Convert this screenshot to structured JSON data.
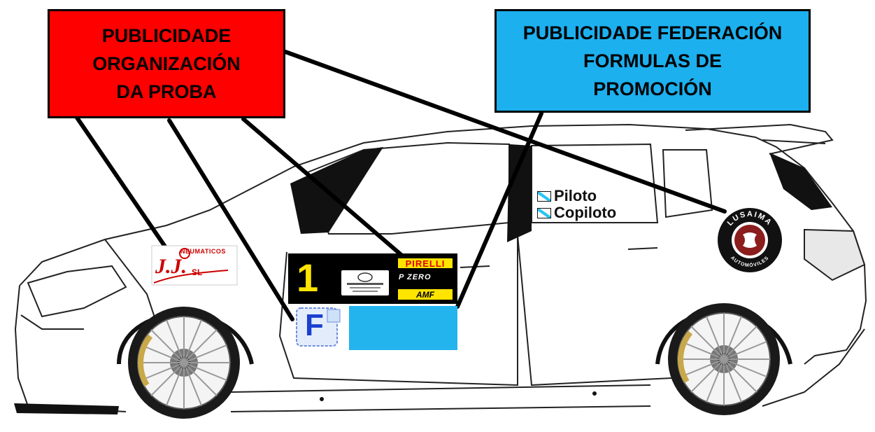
{
  "labels": {
    "organizacion": [
      "PUBLICIDADE",
      "ORGANIZACIÓN",
      "DA PROBA"
    ],
    "federacion": [
      "PUBLICIDADE FEDERACIÓN",
      "FORMULAS DE",
      "PROMOCIÓN"
    ]
  },
  "colors": {
    "organizacion_box": "#ff0000",
    "federacion_box": "#1cb0ef",
    "blue_slot": "#23b4ee",
    "sponsor_yellow": "#ffe400"
  },
  "crew": {
    "piloto": "Piloto",
    "copiloto": "Copiloto"
  },
  "stickers": {
    "neumaticos_text": "NEUMATICOS",
    "neumaticos_logo": "J.J.",
    "neumaticos_suffix": "SL",
    "door_number": "1",
    "pirelli": "PIRELLI",
    "pzero": "P ZERO",
    "amf": "AMF",
    "federation_letter": "F",
    "lusaima_top": "LUSAIMA",
    "lusaima_bottom": "AUTOMÓVILES"
  },
  "icons": [
    "galicia-flag-icon",
    "lusaima-logo-icon",
    "federation-f-logo-icon"
  ]
}
